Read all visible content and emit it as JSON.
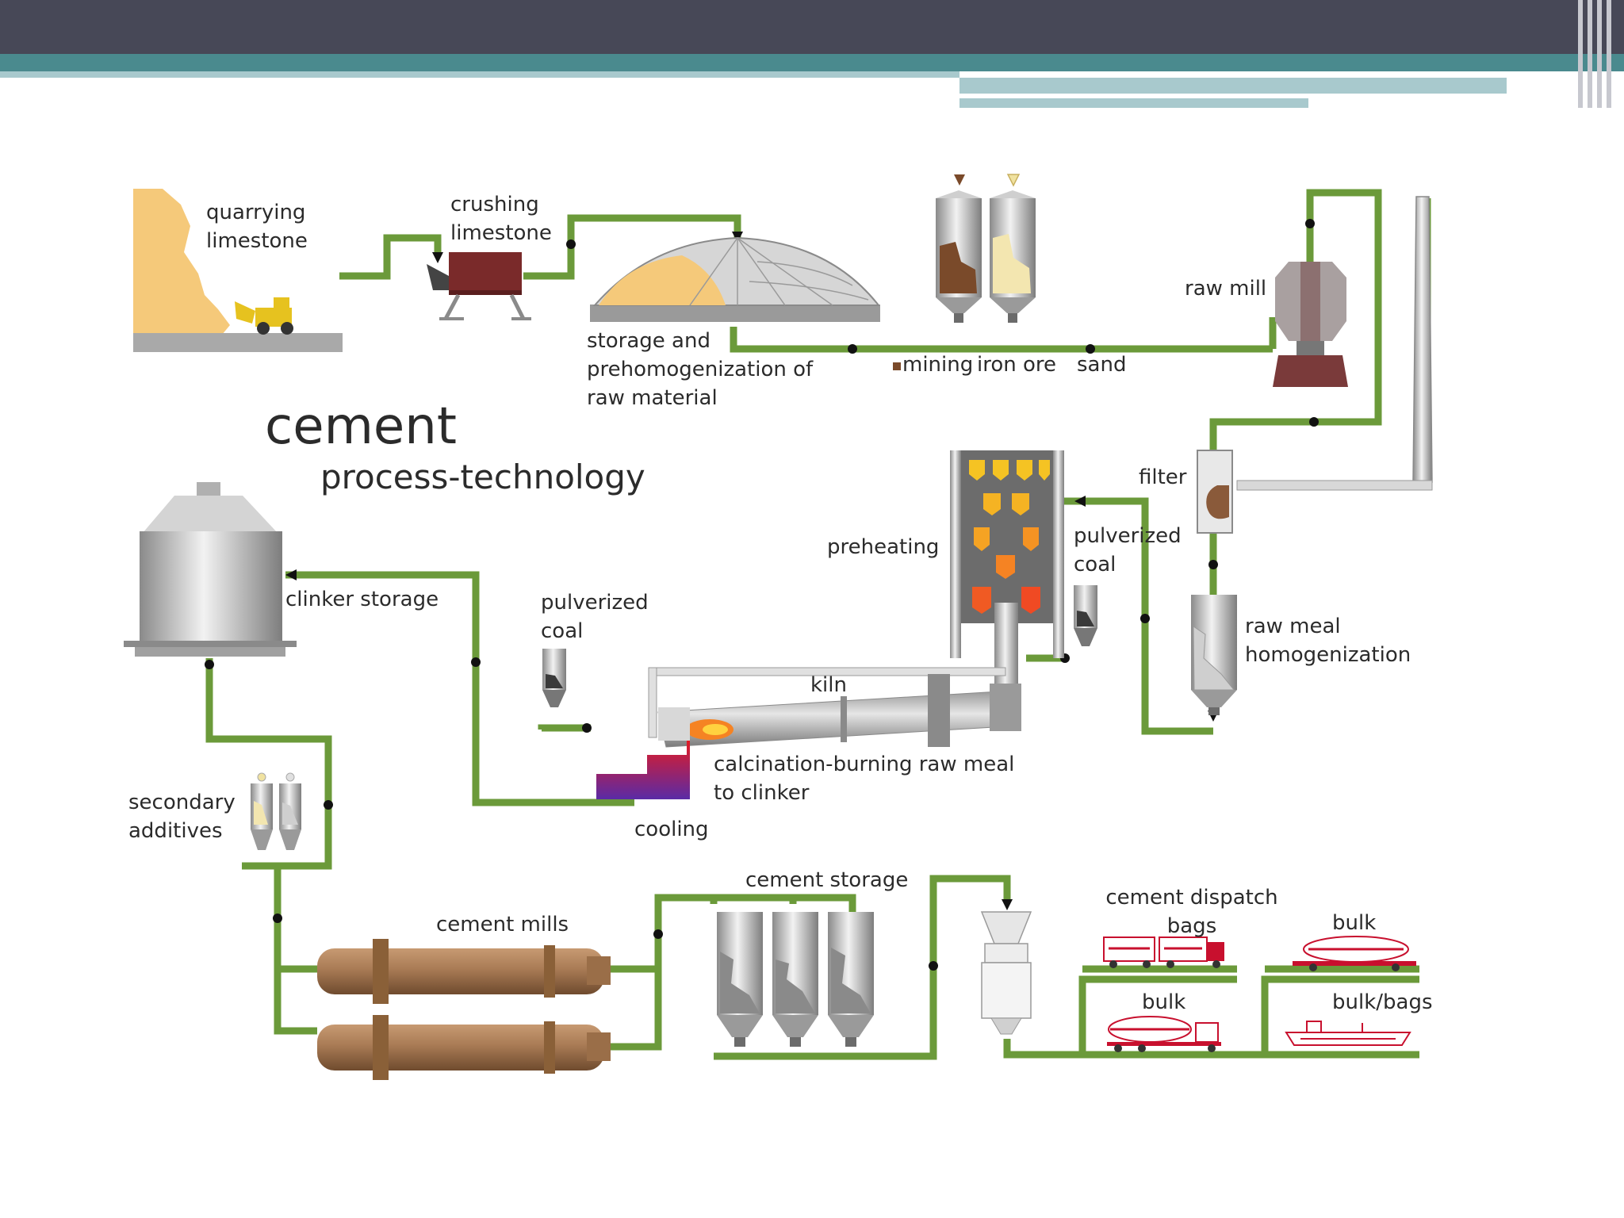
{
  "colors": {
    "header_dark": "#474857",
    "header_teal": "#4a8a8e",
    "header_light": "#a8c9cd",
    "pipe_green": "#6b9a3a",
    "sand": "#f5c97a",
    "brick": "#7a2a2a",
    "mill_brown": "#a97b55",
    "steel": "#b8b8b8"
  },
  "diagram": {
    "title": "cement",
    "subtitle": "process-technology",
    "labels": {
      "quarrying": "quarrying\nlimestone",
      "crushing": "crushing\nlimestone",
      "storage_prehomog": "storage and\nprehomogenization of\nraw material",
      "mining": "mining",
      "iron_ore": "iron ore",
      "sand": "sand",
      "raw_mill": "raw mill",
      "filter": "filter",
      "pulverized_coal_right": "pulverized\ncoal",
      "preheating": "preheating",
      "raw_meal": "raw meal\nhomogenization",
      "clinker_storage": "clinker storage",
      "pulverized_coal_left": "pulverized\ncoal",
      "kiln": "kiln",
      "calcination": "calcination-burning raw meal\nto clinker",
      "cooling": "cooling",
      "secondary_additives": "secondary\nadditives",
      "cement_mills": "cement mills",
      "cement_storage": "cement storage",
      "cement_dispatch": "cement dispatch\nbags",
      "bulk_top": "bulk",
      "bulk_mid": "bulk",
      "bulk_bags": "bulk/bags"
    },
    "icons": [
      "wheel-loader-icon",
      "crusher-icon",
      "dome-storage-icon",
      "silo-icon",
      "raw-mill-icon",
      "chimney-icon",
      "preheater-tower-icon",
      "rotary-kiln-icon",
      "flame-icon",
      "cooler-icon",
      "ball-mill-icon",
      "packing-machine-icon",
      "truck-icon",
      "tanker-truck-icon",
      "rail-wagon-icon",
      "ship-icon"
    ]
  }
}
